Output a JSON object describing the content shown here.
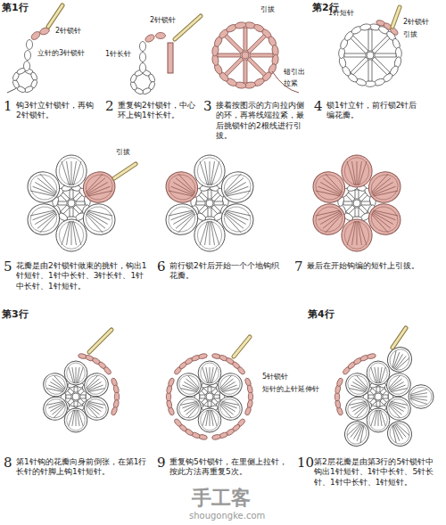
{
  "diagram": {
    "labels": [
      "第1行",
      "2针锁针",
      "立针的3针锁针",
      "1",
      "钩3针立针锁针，再钩2针锁针。",
      "2针锁针",
      "1针长针",
      "2",
      "重复钩2针锁针，中心环上钩1针长针。",
      "引拔",
      "错引出",
      "拉紧",
      "3",
      "接着按图示的方向拉内侧的环，再将线端拉紧，最后挑锁针的2根线进行引拔。",
      "第2行",
      "1针短针",
      "2针锁针",
      "引拔",
      "4",
      "锁1针立针，前行锁2针后编花瓣。",
      "引拔",
      "5",
      "花瓣是由2针锁针做束的挑针，钩出1针短针、1针中长针、3针长针、1针中长针、1针短针。",
      "6",
      "前行锁2针后开始一个个地钩织花瓣。",
      "7",
      "最后在开始钩编的短针上引拔。",
      "第3行",
      "8",
      "第1针钩的花瓣向身前倒张，在第1行长针的针脚上钩1针短针。",
      "5针锁针",
      "短针的上针延伸针",
      "9",
      "重复钩5针锁针，在里侧上拉针，按此方法再重复5次。",
      "第4行",
      "10",
      "第2层花瓣是由第3行的5针锁针中钩出1针短针、1针中长针、5针长针、1针中长针、1针短针。",
      "手工客",
      "shougongke.com"
    ]
  }
}
